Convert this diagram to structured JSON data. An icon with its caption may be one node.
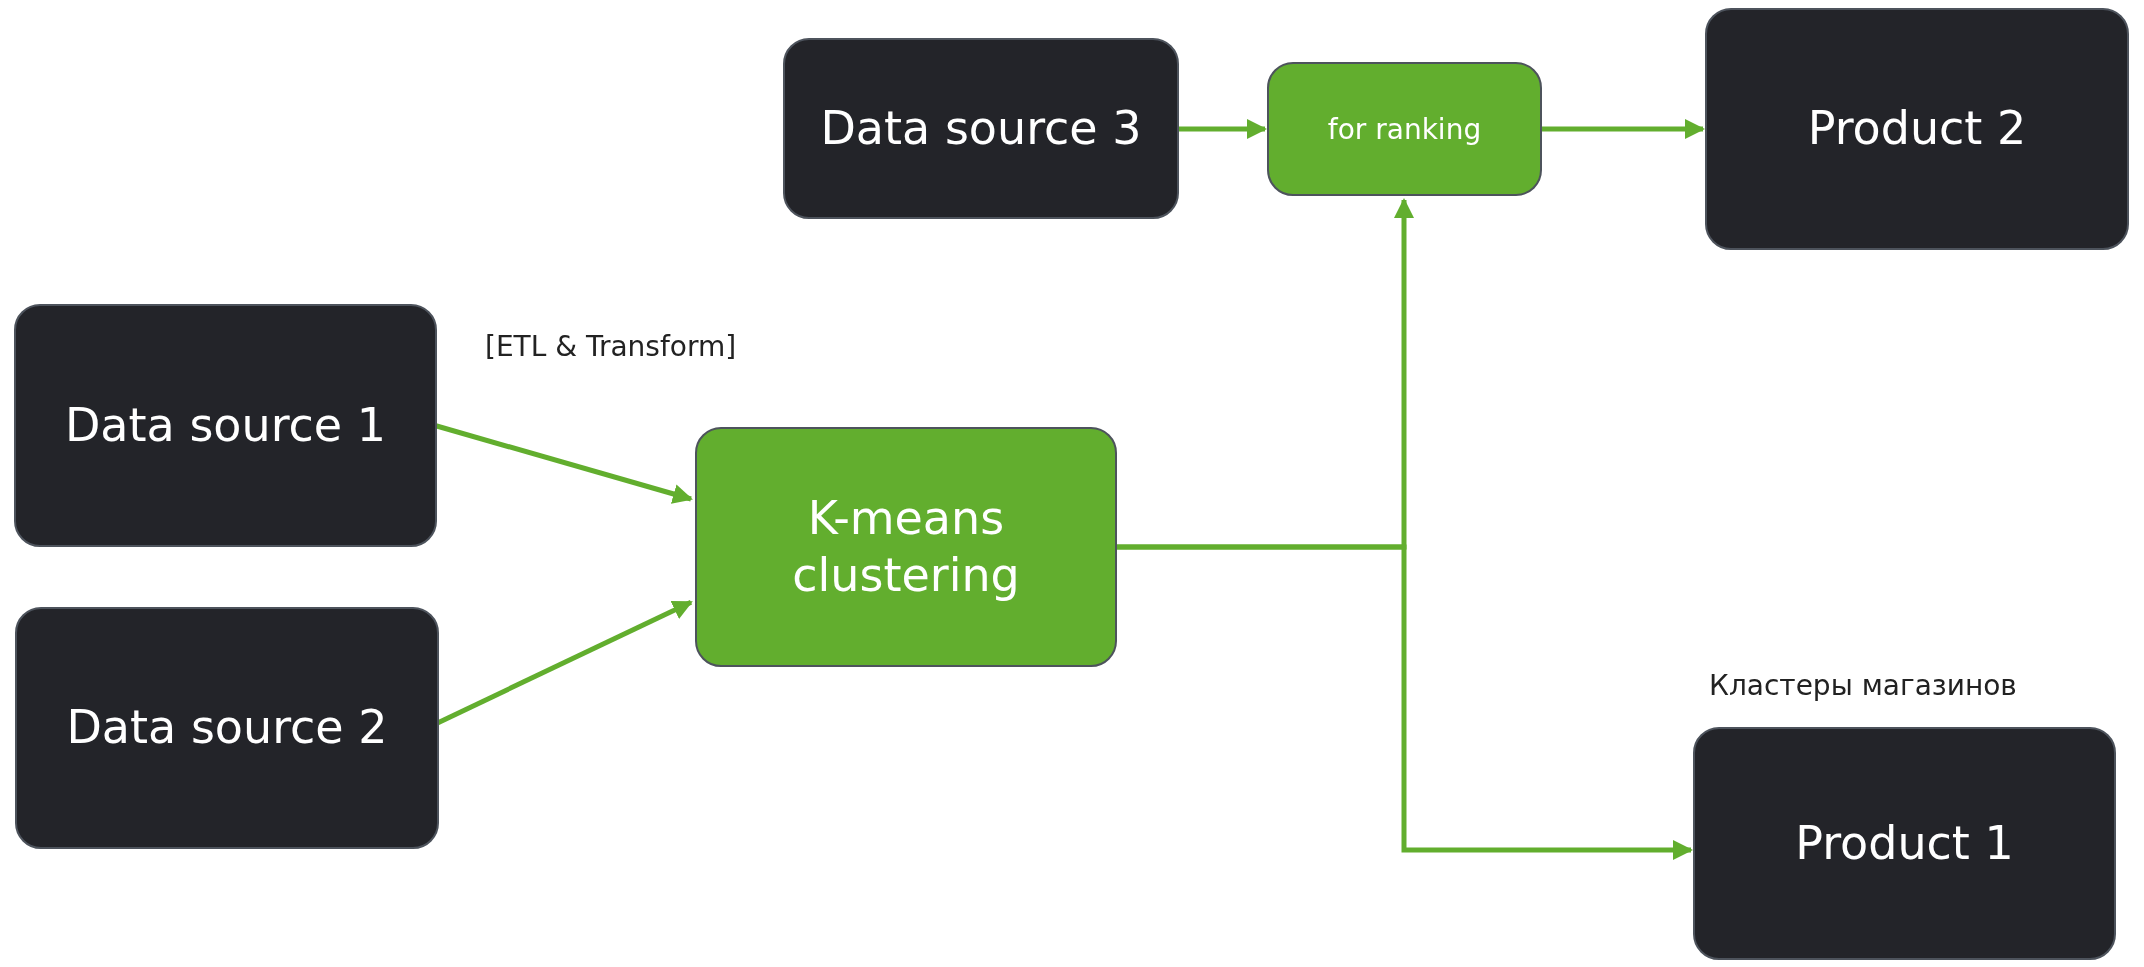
{
  "diagram": {
    "nodes": [
      {
        "text": [
          "Data source 3"
        ]
      },
      {
        "text": [
          "for ranking"
        ]
      },
      {
        "text": [
          "Product 2"
        ]
      },
      {
        "text": [
          "Data source 1"
        ]
      },
      {
        "text": [
          "K-means clustering"
        ]
      },
      {
        "text": [
          "Data source 2"
        ]
      },
      {
        "text": [
          "Product 1"
        ],
        "beside": [
          "Кластеры магазинов"
        ]
      }
    ],
    "edges": [
      {
        "from": 0,
        "to": 1,
        "arrow": "to"
      },
      {
        "from": 1,
        "to": 2,
        "arrow": "to"
      },
      {
        "from": 3,
        "to": 4,
        "arrow": "to"
      },
      {
        "from": 5,
        "to": 4,
        "arrow": "to"
      },
      {
        "from": 4,
        "to": 1,
        "arrow": "to"
      },
      {
        "from": 4,
        "to": 6,
        "arrow": "to"
      }
    ],
    "labels": [
      "[ETL & Transform]"
    ]
  }
}
